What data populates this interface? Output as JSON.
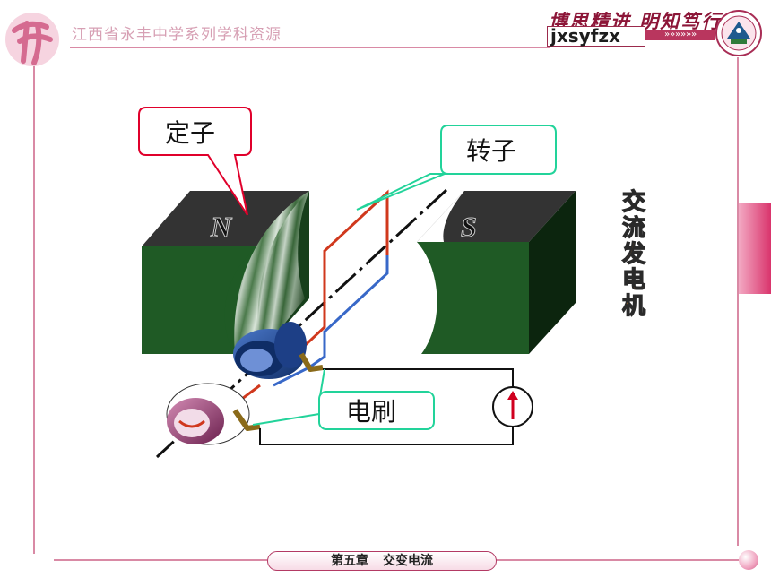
{
  "header": {
    "title": "江西省永丰中学系列学科资源",
    "slogan": "博思精进 明知笃行",
    "brand": "jxsyfzx",
    "brand_arrows": "»»»»»»"
  },
  "footer": {
    "chapter": "第五章",
    "topic": "交变电流"
  },
  "diagram": {
    "magnet_north": "N",
    "magnet_south": "S",
    "label_stator": "定子",
    "label_rotor": "转子",
    "label_brush": "电刷",
    "vertical_title": [
      "交",
      "流",
      "发",
      "电",
      "机"
    ]
  },
  "colors": {
    "accent": "#c93b69",
    "magnet_front": "#1f5a25",
    "magnet_top": "#333333",
    "callout_red": "#e0002b",
    "callout_green": "#22d39a",
    "coil_red": "#d0381d",
    "coil_blue": "#3868c8"
  }
}
